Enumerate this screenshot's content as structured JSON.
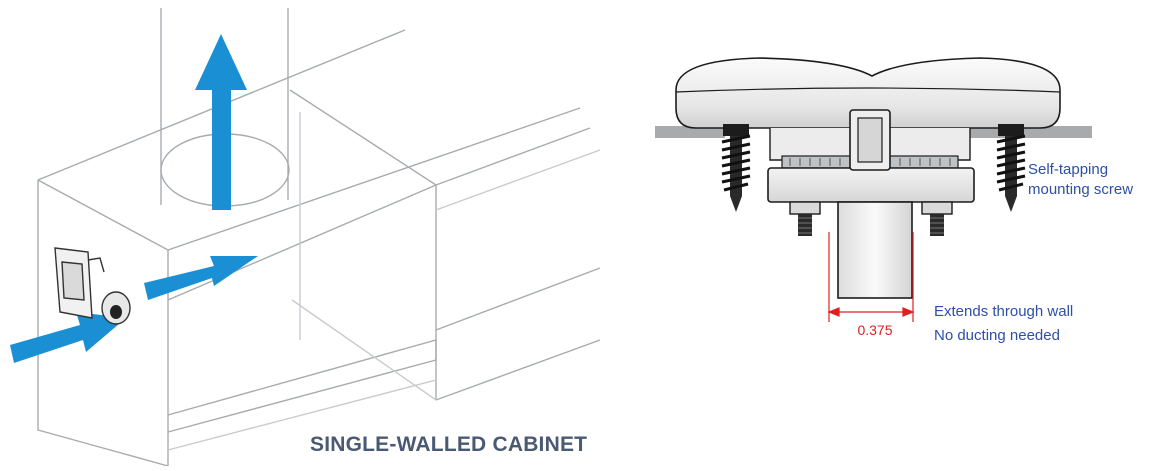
{
  "left_panel": {
    "title": "SINGLE-WALLED CABINET"
  },
  "right_panel": {
    "screw_label_line1": "Self-tapping",
    "screw_label_line2": "mounting screw",
    "dimension_value": "0.375",
    "wall_note_line1": "Extends through wall",
    "wall_note_line2": "No ducting needed"
  },
  "colors": {
    "arrow": "#1a8fd4",
    "title": "#4a5a72",
    "label_accent": "#2e4fa8",
    "dimension": "#e02020",
    "line": "#9aa0a6",
    "dark": "#1c1c1c"
  },
  "icons": [
    "airflow-arrow",
    "cabinet-latch",
    "thumb-screw",
    "vent-unit",
    "self-tapping-screw",
    "mounting-stud"
  ]
}
